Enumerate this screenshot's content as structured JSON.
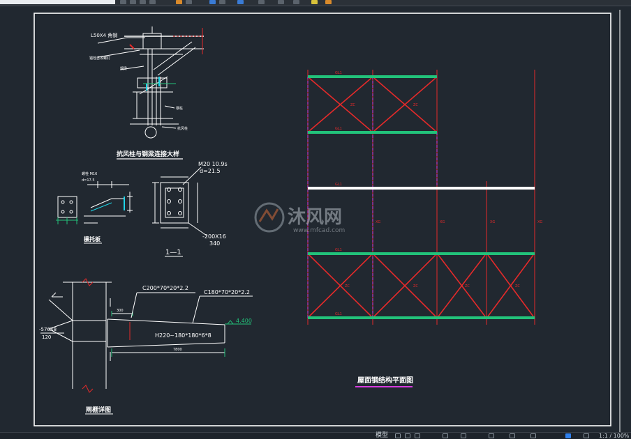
{
  "texts": {
    "l50x4": "L50X4 角钢",
    "anchor_bolt": "锚栓自攻螺钉",
    "steel_beam": "钢梁",
    "col_note": "钢柱",
    "wind_col": "抗风柱",
    "detail1_title": "抗风柱与钢梁连接大样",
    "m20": "M20 10.9s",
    "d21": "d=21.5",
    "plate_label": "-200X16",
    "dim_340": "340",
    "purlin_lbl1": "螺栓 M16",
    "purlin_lbl2": "d=17.5",
    "purlin_title": "檩托板",
    "section_title": "1—1",
    "c200": "C200*70*20*2.2",
    "c180": "C180*70*20*2.2",
    "h220": "H220~180*180*6*8",
    "elev": "4.400",
    "plate576": "-576X8",
    "dim120": "120",
    "dim_300": "300",
    "dim_7800": "7800",
    "canopy_title": "雨棚详图",
    "plan_title": "屋面钢结构平面图",
    "gl": "GL1",
    "xg": "XG",
    "zc": "ZC",
    "watermark_brand": "沐风网",
    "watermark_url": "www.mfcad.com",
    "tab_model": "模型",
    "status_right": "1:1 / 100%"
  },
  "colors": {
    "background": "#212830",
    "line_white": "#ffffff",
    "line_red": "#e52a2a",
    "line_green": "#22c27a",
    "line_cyan": "#1fd5e8",
    "line_magenta": "#d83be0",
    "accent_blue": "#2f80ed"
  },
  "icons": [
    "grid-icon",
    "snap-icon",
    "ortho-icon",
    "polar-icon",
    "osnap-icon",
    "otrack-icon",
    "lineweight-icon",
    "annotation-icon",
    "workspace-icon",
    "settings-icon"
  ]
}
